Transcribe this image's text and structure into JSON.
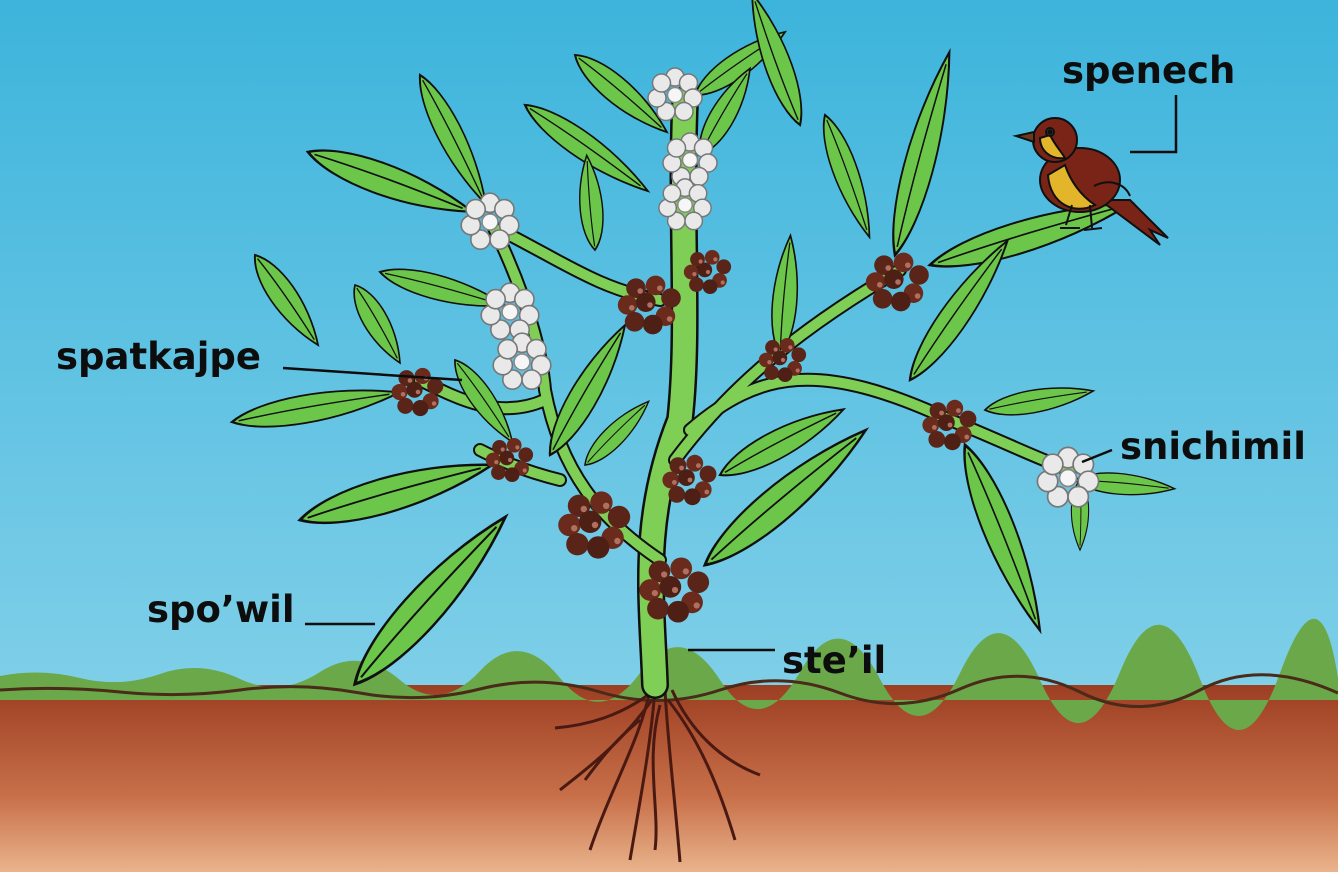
{
  "labels": {
    "spenech": "spenech",
    "spatkajpe": "spatkajpe",
    "snichimil": "snichimil",
    "spowil": "spo’wil",
    "steil": "ste’il"
  },
  "colors": {
    "sky": "#3fb6dd",
    "soil": "#a84a2b",
    "grass": "#6aa84a",
    "leaf": "#6cc64a",
    "stem": "#7fcf56",
    "berry": "#5a2418",
    "flower": "#e8e8e8",
    "root": "#4a1a12",
    "bird_body": "#7a2418",
    "bird_breast": "#e3b52a"
  }
}
